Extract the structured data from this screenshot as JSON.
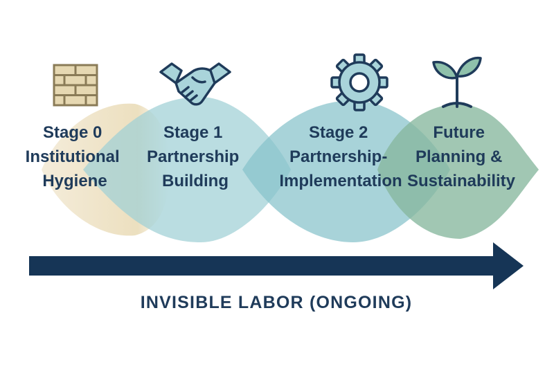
{
  "colors": {
    "navy": "#163556",
    "text": "#1f3b5a",
    "sand": "#efe3c8",
    "teal_light": "#9fd0d6",
    "teal": "#86c2cb",
    "green": "#86b79e",
    "icon_fill": "#a9d4da",
    "brick_fill": "#e6d8b2",
    "leaf_fill": "#8fc1ab"
  },
  "stages": [
    {
      "icon": "brick-wall-icon",
      "lines": [
        "Stage 0",
        "Institutional",
        "Hygiene"
      ]
    },
    {
      "icon": "handshake-icon",
      "lines": [
        "Stage 1",
        "Partnership",
        "Building"
      ]
    },
    {
      "icon": "gear-icon",
      "lines": [
        "Stage 2",
        "Partnership-",
        "Implementation"
      ]
    },
    {
      "icon": "sprout-icon",
      "lines": [
        "Future",
        "Planning &",
        "Sustainability"
      ]
    }
  ],
  "timeline": {
    "label": "INVISIBLE LABOR (ONGOING)",
    "arrow_icon": "arrow-right-icon"
  }
}
